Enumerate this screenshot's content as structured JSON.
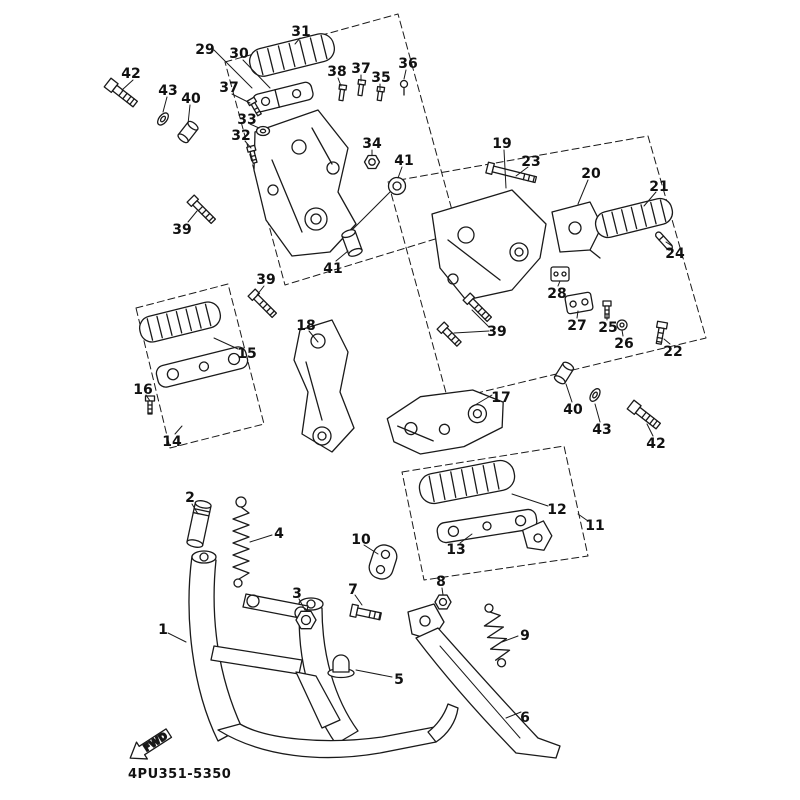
{
  "meta": {
    "part_code": "4PU351-5350",
    "fwd_label": "FWD",
    "line_color": "#1a1a1a",
    "bg_color": "#ffffff",
    "diagram_type": "exploded-parts-diagram",
    "subject": "motorcycle stand and footrest assembly"
  },
  "labels": [
    "42",
    "43",
    "40",
    "29",
    "30",
    "31",
    "37",
    "38",
    "37",
    "35",
    "36",
    "33",
    "32",
    "34",
    "41",
    "19",
    "23",
    "20",
    "21",
    "39",
    "41",
    "39",
    "24",
    "28",
    "27",
    "25",
    "26",
    "22",
    "39",
    "15",
    "18",
    "16",
    "14",
    "17",
    "40",
    "43",
    "42",
    "12",
    "11",
    "2",
    "4",
    "10",
    "13",
    "3",
    "7",
    "8",
    "1",
    "9",
    "5",
    "6"
  ]
}
